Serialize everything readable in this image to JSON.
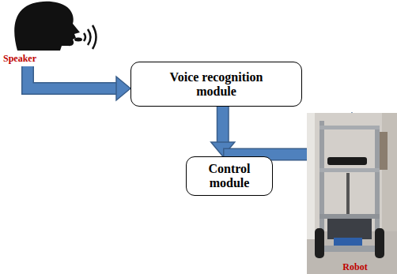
{
  "diagram": {
    "nodes": [
      {
        "text": [
          "Speaker"
        ]
      },
      {
        "text": [
          "Voice recognition module"
        ]
      },
      {
        "text": [
          "Control module"
        ]
      },
      {
        "text": [
          "Robot"
        ]
      }
    ],
    "edges": [
      {
        "from": 0,
        "to": 1,
        "arrow": "to"
      },
      {
        "from": 1,
        "to": 2,
        "arrow": "to"
      },
      {
        "from": 2,
        "to": 3,
        "arrow": "to"
      }
    ]
  }
}
